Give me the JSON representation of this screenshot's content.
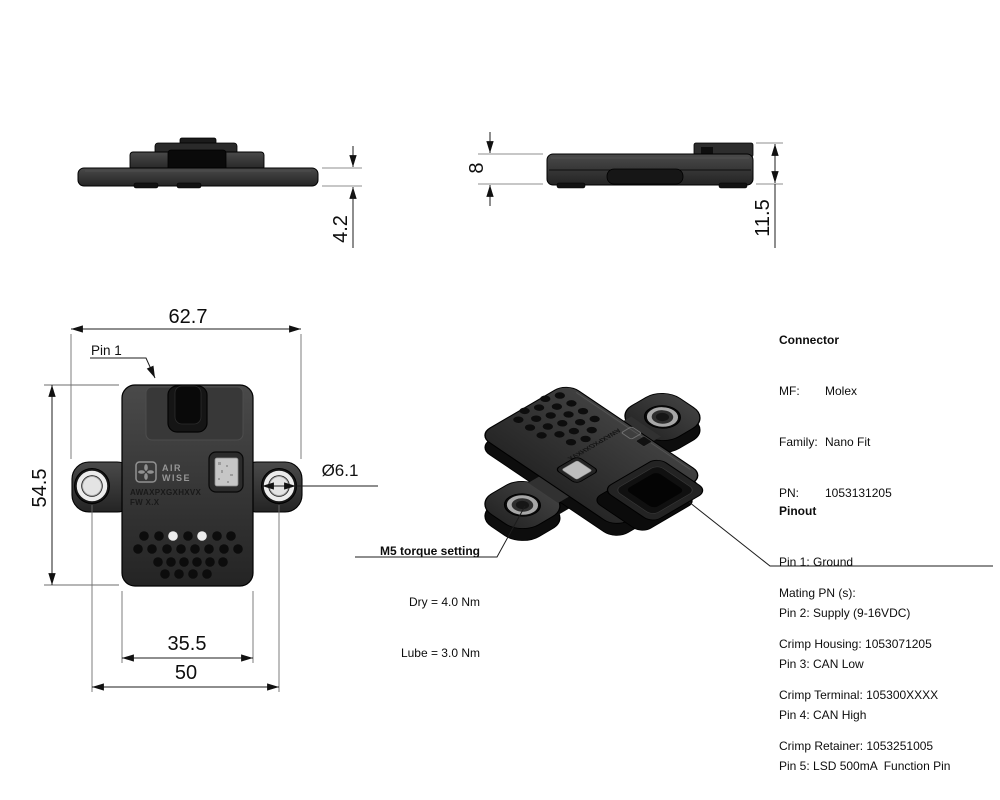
{
  "colors": {
    "background": "#ffffff",
    "drawing_line": "#1c1c1c",
    "body_dark": "#333333",
    "hole_ring": "#e8e8e8"
  },
  "dimensions": {
    "overall_width": "62.7",
    "overall_height": "54.5",
    "body_width": "35.5",
    "hole_spacing": "50",
    "hole_diameter": "Ø6.1",
    "flange_thickness": "4.2",
    "body_thickness": "8",
    "overall_thickness": "11.5"
  },
  "callouts": {
    "pin1": "Pin 1"
  },
  "device": {
    "brand_top": "AIR",
    "brand_bottom": "WISE",
    "part_number": "AWAXPXGXHXVX",
    "firmware": "FW X.X"
  },
  "torque": {
    "heading": "M5 torque setting",
    "dry": "Dry = 4.0 Nm",
    "lube": "Lube = 3.0 Nm"
  },
  "connector": {
    "heading": "Connector",
    "mf_label": "MF:",
    "mf_value": "Molex",
    "family_label": "Family:",
    "family_value": "Nano Fit",
    "pn_label": "PN:",
    "pn_value": "1053131205",
    "mating_heading": "Mating PN (s):",
    "mating": [
      "Crimp Housing: 1053071205",
      "Crimp Terminal: 105300XXXX",
      "Crimp Retainer: 1053251005"
    ]
  },
  "pinout": {
    "heading": "Pinout",
    "pins": [
      "Pin 1: Ground",
      "Pin 2: Supply (9-16VDC)",
      "Pin 3: CAN Low",
      "Pin 4: CAN High",
      "Pin 5: LSD 500mA  Function Pin"
    ]
  }
}
